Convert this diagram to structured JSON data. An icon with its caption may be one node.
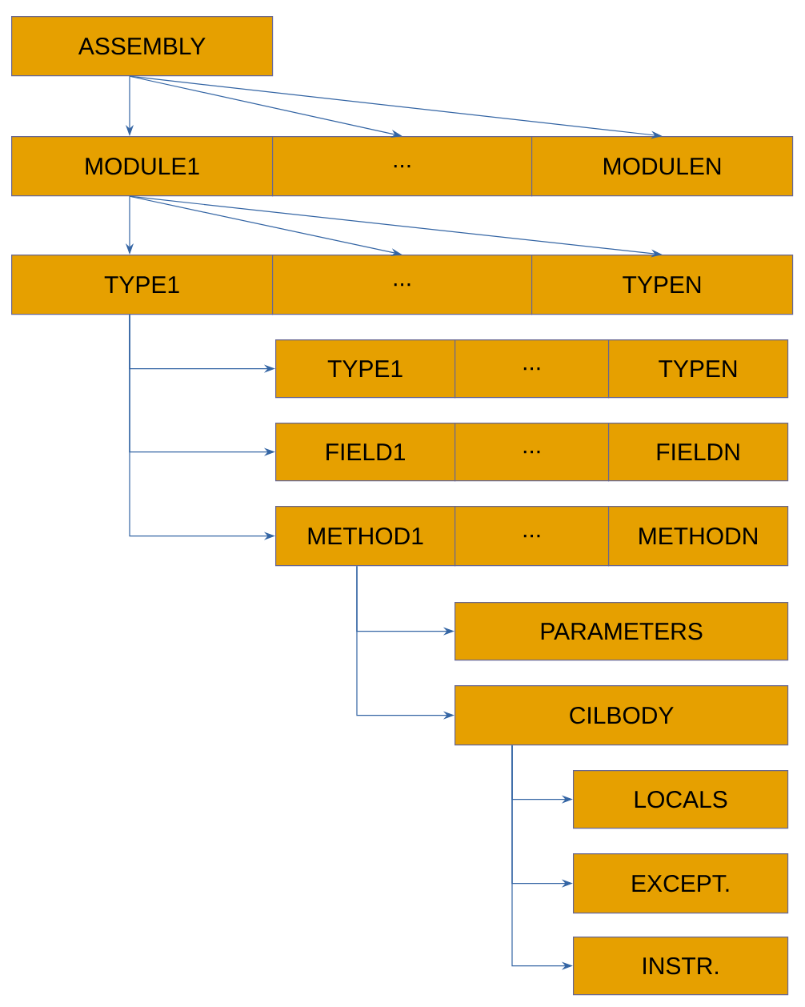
{
  "diagram": {
    "nodes": [
      {
        "text": [
          "ASSEMBLY"
        ]
      },
      {
        "text": [
          "MODULE1"
        ]
      },
      {
        "text": [
          "..."
        ]
      },
      {
        "text": [
          "MODULEN"
        ]
      },
      {
        "text": [
          "TYPE1"
        ]
      },
      {
        "text": [
          "..."
        ]
      },
      {
        "text": [
          "TYPEN"
        ]
      },
      {
        "text": [
          "TYPE1"
        ]
      },
      {
        "text": [
          "..."
        ]
      },
      {
        "text": [
          "TYPEN"
        ]
      },
      {
        "text": [
          "FIELD1"
        ]
      },
      {
        "text": [
          "..."
        ]
      },
      {
        "text": [
          "FIELDN"
        ]
      },
      {
        "text": [
          "METHOD1"
        ]
      },
      {
        "text": [
          "..."
        ]
      },
      {
        "text": [
          "METHODN"
        ]
      },
      {
        "text": [
          "PARAMETERS"
        ]
      },
      {
        "text": [
          "CILBODY"
        ]
      },
      {
        "text": [
          "LOCALS"
        ]
      },
      {
        "text": [
          "EXCEPT."
        ]
      },
      {
        "text": [
          "INSTR."
        ]
      }
    ],
    "edges": [
      {
        "from": 0,
        "to": 1,
        "arrow": "to"
      },
      {
        "from": 0,
        "to": 2,
        "arrow": "to"
      },
      {
        "from": 0,
        "to": 3,
        "arrow": "to"
      },
      {
        "from": 1,
        "to": 4,
        "arrow": "to"
      },
      {
        "from": 1,
        "to": 5,
        "arrow": "to"
      },
      {
        "from": 1,
        "to": 6,
        "arrow": "to"
      },
      {
        "from": 4,
        "to": 7,
        "arrow": "to"
      },
      {
        "from": 4,
        "to": 10,
        "arrow": "to"
      },
      {
        "from": 4,
        "to": 13,
        "arrow": "to"
      },
      {
        "from": 13,
        "to": 16,
        "arrow": "to"
      },
      {
        "from": 13,
        "to": 17,
        "arrow": "to"
      },
      {
        "from": 17,
        "to": 18,
        "arrow": "to"
      },
      {
        "from": 17,
        "to": 19,
        "arrow": "to"
      },
      {
        "from": 17,
        "to": 20,
        "arrow": "to"
      }
    ]
  }
}
